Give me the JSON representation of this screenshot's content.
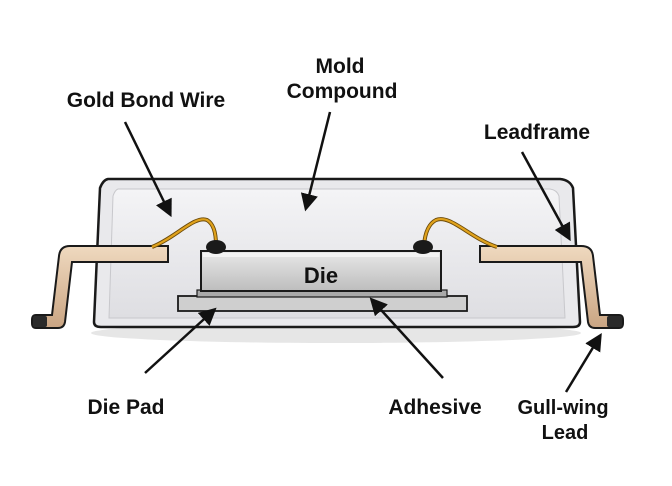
{
  "labels": {
    "mold_compound_line1": "Mold",
    "mold_compound_line2": "Compound",
    "gold_bond_wire": "Gold Bond Wire",
    "leadframe": "Leadframe",
    "die": "Die",
    "die_pad": "Die Pad",
    "adhesive": "Adhesive",
    "gull_wing_line1": "Gull-wing",
    "gull_wing_line2": "Lead"
  },
  "colors": {
    "mold_fill": "#e9e9ec",
    "outline": "#1a1a1a",
    "gold_wire": "#e0a21c",
    "lead_fill": "#e2c6a6",
    "die_fill": "#d6d6d6",
    "die_pad_fill": "#cfcfcf",
    "bond_ball": "#1a1a1a"
  }
}
